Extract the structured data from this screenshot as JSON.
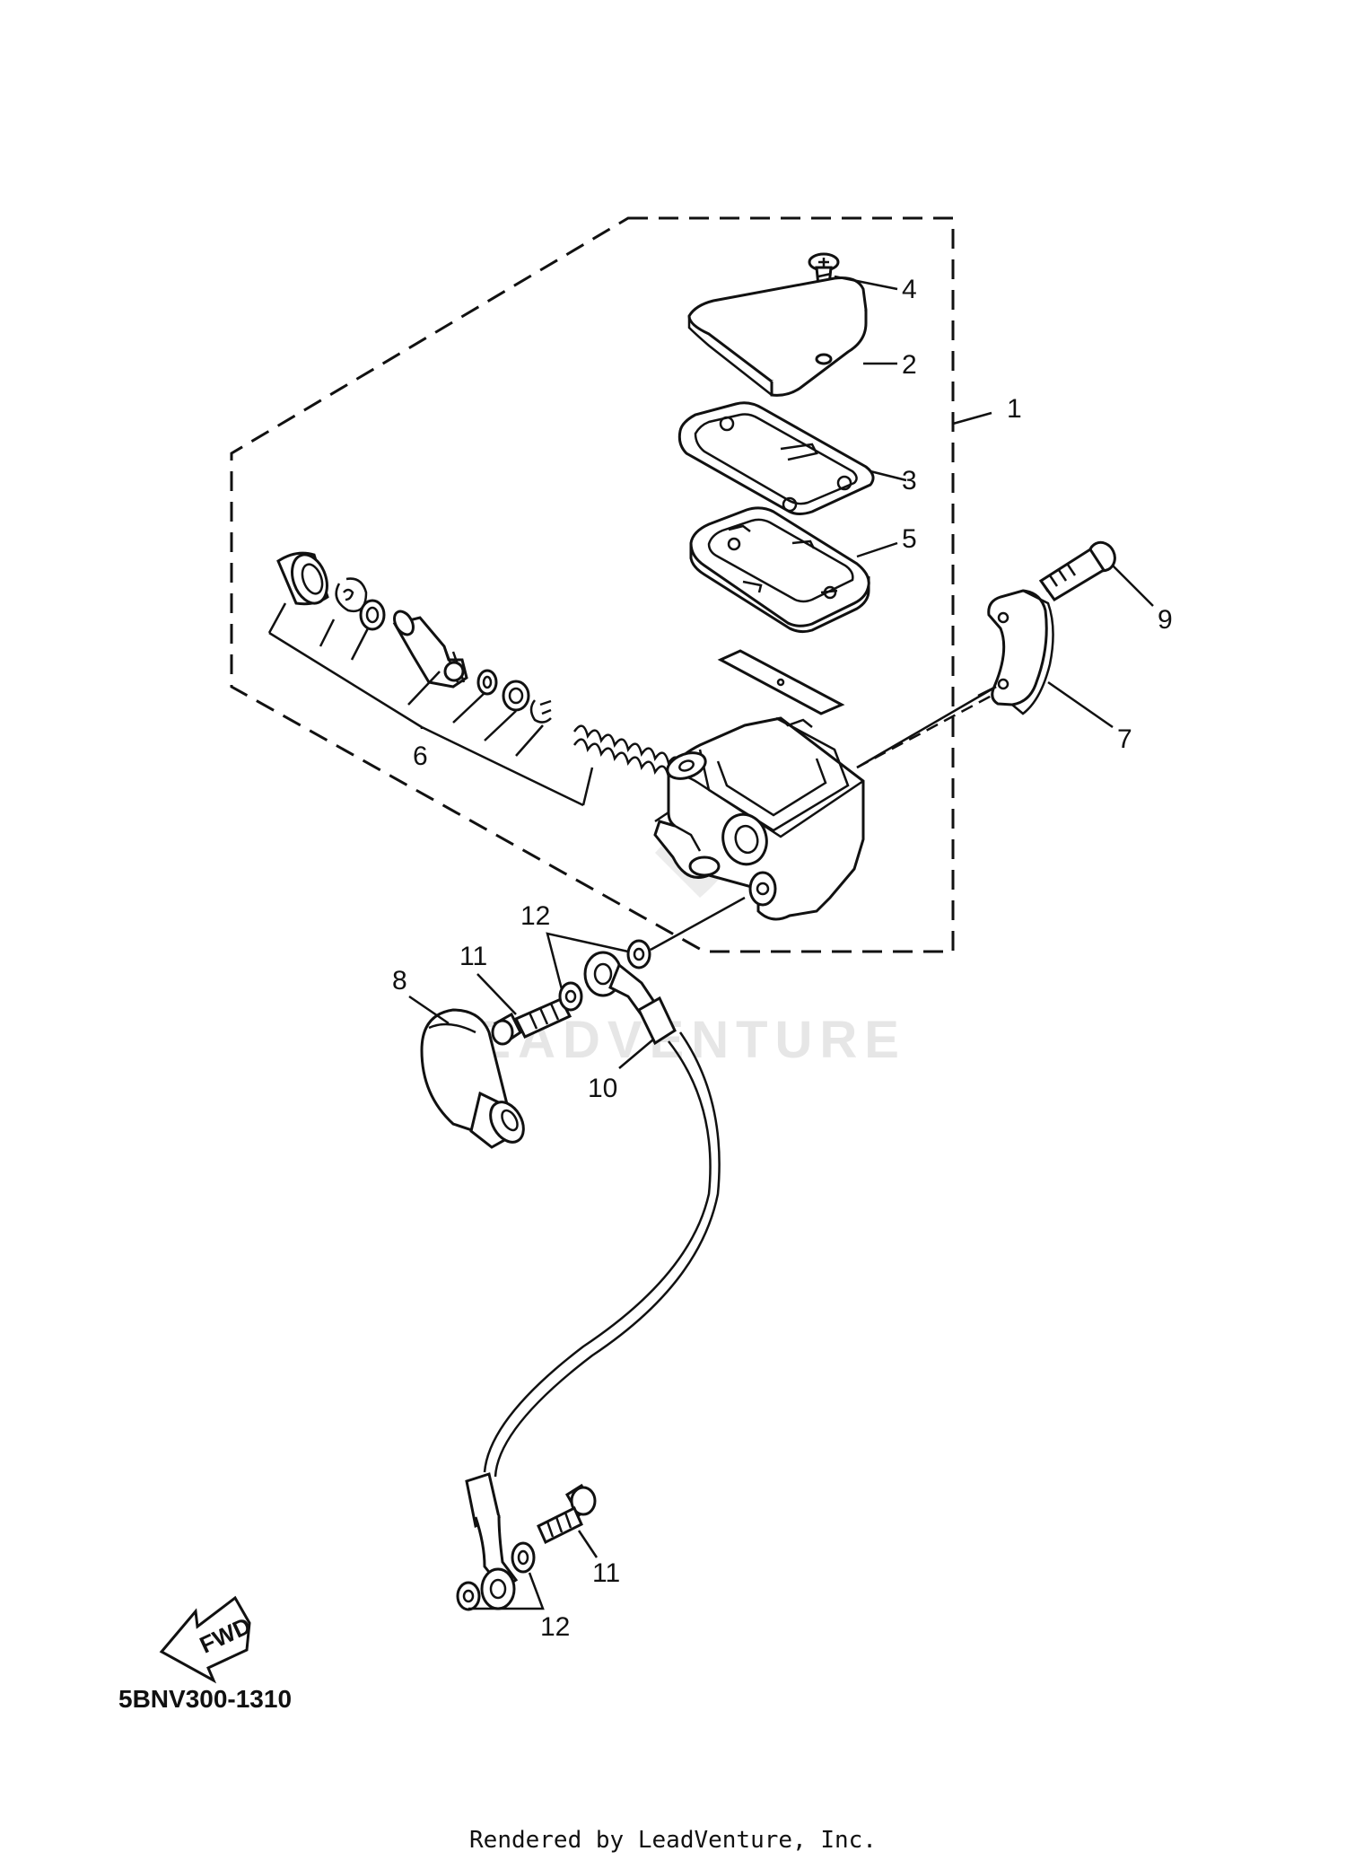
{
  "diagram": {
    "watermark": "LEADVENTURE",
    "diagram_code": "5BNV300-1310",
    "footer": "Rendered by LeadVenture, Inc.",
    "fwd_label": "FWD",
    "callouts": [
      "1",
      "2",
      "3",
      "4",
      "5",
      "6",
      "7",
      "8",
      "9",
      "10",
      "11",
      "11",
      "12",
      "12"
    ]
  }
}
